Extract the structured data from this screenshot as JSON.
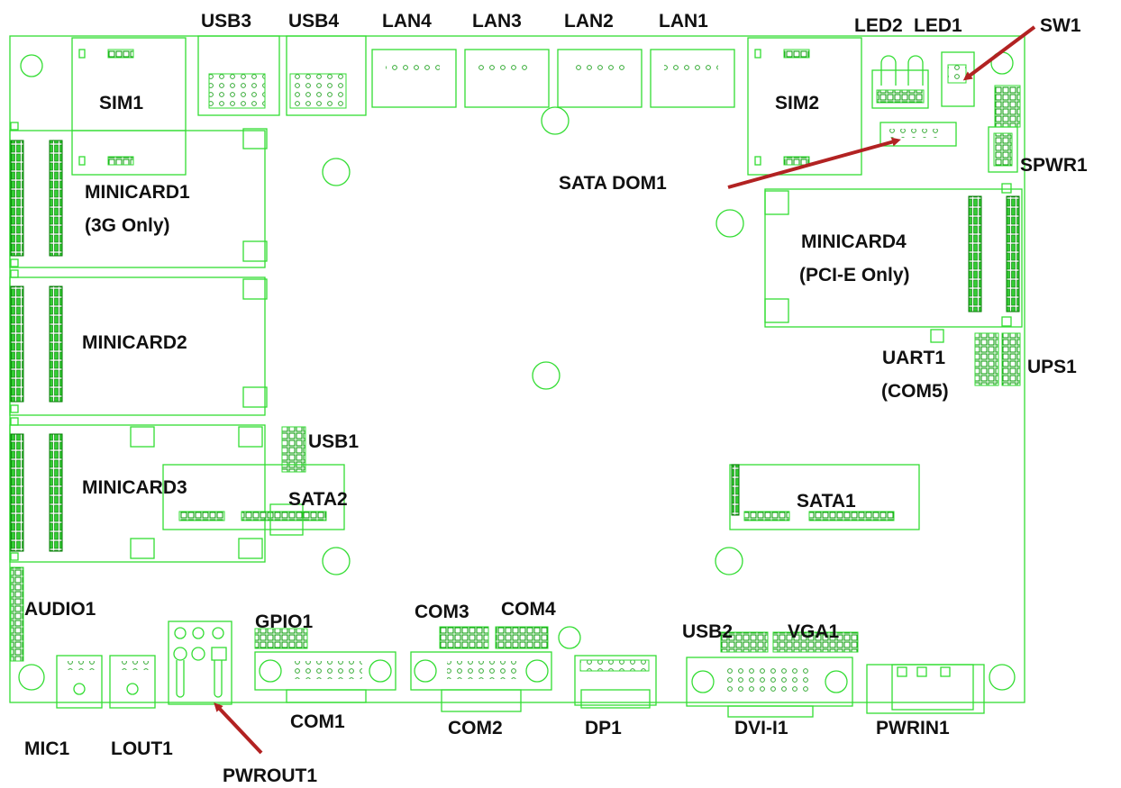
{
  "colors": {
    "outline": "#33dd33",
    "component_dark": "#009900",
    "label": "#111111",
    "arrow": "#b22222",
    "background": "#ffffff"
  },
  "labels": {
    "usb3": "USB3",
    "usb4": "USB4",
    "lan4": "LAN4",
    "lan3": "LAN3",
    "lan2": "LAN2",
    "lan1": "LAN1",
    "led2": "LED2",
    "led1": "LED1",
    "sw1": "SW1",
    "sim1": "SIM1",
    "sim2": "SIM2",
    "minicard1": "MINICARD1",
    "minicard1_note": "(3G Only)",
    "minicard2": "MINICARD2",
    "minicard3": "MINICARD3",
    "minicard4": "MINICARD4",
    "minicard4_note": "(PCI-E Only)",
    "sata_dom1": "SATA DOM1",
    "spwr1": "SPWR1",
    "uart1": "UART1",
    "uart1_note": "(COM5)",
    "ups1": "UPS1",
    "usb1": "USB1",
    "sata2": "SATA2",
    "sata1": "SATA1",
    "audio1": "AUDIO1",
    "gpio1": "GPIO1",
    "com3": "COM3",
    "com4": "COM4",
    "usb2": "USB2",
    "vga1": "VGA1",
    "mic1": "MIC1",
    "lout1": "LOUT1",
    "com1": "COM1",
    "com2": "COM2",
    "dp1": "DP1",
    "dvi_i1": "DVI-I1",
    "pwrin1": "PWRIN1",
    "pwrout1": "PWROUT1"
  }
}
